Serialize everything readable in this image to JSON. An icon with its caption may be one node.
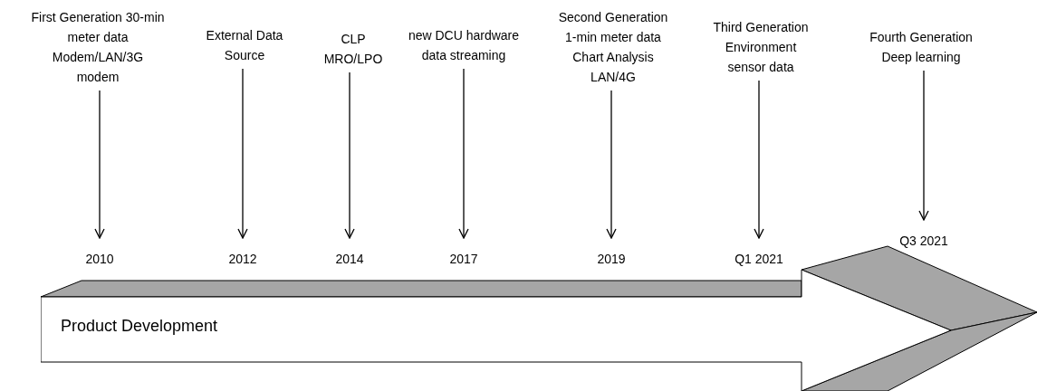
{
  "diagram": {
    "nodes": [
      {
        "text": [
          "First Generation 30-min meter data Modem/LAN/3G modem"
        ]
      },
      {
        "text": [
          "External Data Source"
        ]
      },
      {
        "text": [
          "CLP MRO/LPO"
        ]
      },
      {
        "text": [
          "new DCU hardware data streaming"
        ]
      },
      {
        "text": [
          "Second Generation 1-min meter data Chart Analysis LAN/4G"
        ]
      },
      {
        "text": [
          "Third Generation Environment sensor data"
        ]
      },
      {
        "text": [
          "Fourth Generation Deep learning"
        ]
      },
      {
        "text": [
          "2010"
        ]
      },
      {
        "text": [
          "2012"
        ]
      },
      {
        "text": [
          "2014"
        ]
      },
      {
        "text": [
          "2017"
        ]
      },
      {
        "text": [
          "2019"
        ]
      },
      {
        "text": [
          "Q1 2021"
        ]
      },
      {
        "text": [
          "Q3 2021"
        ]
      },
      {
        "text": [
          "Product Development"
        ]
      }
    ],
    "edges": [
      {
        "from": 0,
        "to": 7,
        "arrow": "to"
      },
      {
        "from": 1,
        "to": 8,
        "arrow": "to"
      },
      {
        "from": 2,
        "to": 9,
        "arrow": "to"
      },
      {
        "from": 3,
        "to": 10,
        "arrow": "to"
      },
      {
        "from": 4,
        "to": 11,
        "arrow": "to"
      },
      {
        "from": 5,
        "to": 12,
        "arrow": "to"
      },
      {
        "from": 6,
        "to": 13,
        "arrow": "to"
      }
    ]
  }
}
